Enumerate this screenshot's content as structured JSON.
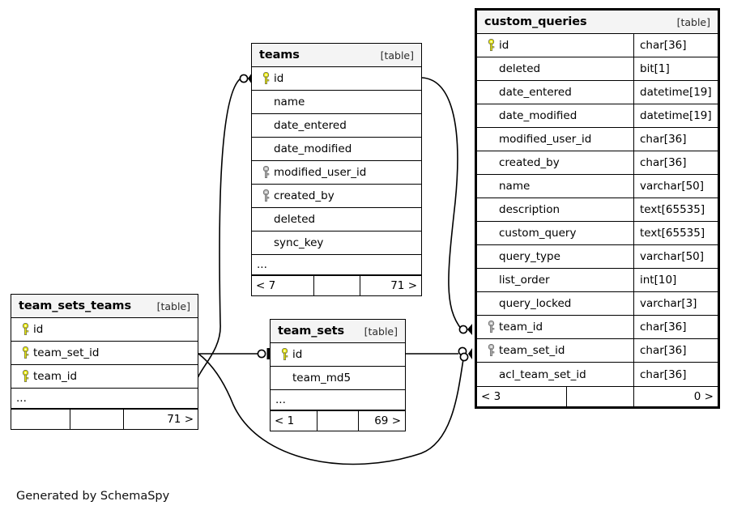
{
  "diagram": {
    "caption": "Generated by SchemaSpy",
    "table_tag": "[table]",
    "ellipsis": "...",
    "colors": {
      "primary_key": "#e8e80c",
      "foreign_key": "#b8b8b8",
      "header_bg": "#f4f4f4",
      "border": "#000000",
      "background": "#ffffff"
    }
  },
  "tables": [
    {
      "id": "custom_queries",
      "name": "custom_queries",
      "tag": "[table]",
      "emphasis": true,
      "columns": [
        {
          "name": "id",
          "type": "char[36]",
          "key": "primary"
        },
        {
          "name": "deleted",
          "type": "bit[1]",
          "key": "none"
        },
        {
          "name": "date_entered",
          "type": "datetime[19]",
          "key": "none"
        },
        {
          "name": "date_modified",
          "type": "datetime[19]",
          "key": "none"
        },
        {
          "name": "modified_user_id",
          "type": "char[36]",
          "key": "none"
        },
        {
          "name": "created_by",
          "type": "char[36]",
          "key": "none"
        },
        {
          "name": "name",
          "type": "varchar[50]",
          "key": "none"
        },
        {
          "name": "description",
          "type": "text[65535]",
          "key": "none"
        },
        {
          "name": "custom_query",
          "type": "text[65535]",
          "key": "none"
        },
        {
          "name": "query_type",
          "type": "varchar[50]",
          "key": "none"
        },
        {
          "name": "list_order",
          "type": "int[10]",
          "key": "none"
        },
        {
          "name": "query_locked",
          "type": "varchar[3]",
          "key": "none"
        },
        {
          "name": "team_id",
          "type": "char[36]",
          "key": "foreign"
        },
        {
          "name": "team_set_id",
          "type": "char[36]",
          "key": "foreign"
        },
        {
          "name": "acl_team_set_id",
          "type": "char[36]",
          "key": "none"
        }
      ],
      "has_ellipsis_row": false,
      "footer": {
        "left": "< 3",
        "middle": "",
        "right": "0 >"
      }
    },
    {
      "id": "teams",
      "name": "teams",
      "tag": "[table]",
      "emphasis": false,
      "columns": [
        {
          "name": "id",
          "type": "",
          "key": "primary"
        },
        {
          "name": "name",
          "type": "",
          "key": "none"
        },
        {
          "name": "date_entered",
          "type": "",
          "key": "none"
        },
        {
          "name": "date_modified",
          "type": "",
          "key": "none"
        },
        {
          "name": "modified_user_id",
          "type": "",
          "key": "foreign"
        },
        {
          "name": "created_by",
          "type": "",
          "key": "foreign"
        },
        {
          "name": "deleted",
          "type": "",
          "key": "none"
        },
        {
          "name": "sync_key",
          "type": "",
          "key": "none"
        }
      ],
      "has_ellipsis_row": true,
      "footer": {
        "left": "< 7",
        "middle": "",
        "right": "71 >"
      }
    },
    {
      "id": "team_sets_teams",
      "name": "team_sets_teams",
      "tag": "[table]",
      "emphasis": false,
      "columns": [
        {
          "name": "id",
          "type": "",
          "key": "primary"
        },
        {
          "name": "team_set_id",
          "type": "",
          "key": "primary"
        },
        {
          "name": "team_id",
          "type": "",
          "key": "primary"
        }
      ],
      "has_ellipsis_row": true,
      "footer": {
        "left": "",
        "middle": "",
        "right": "71 >"
      }
    },
    {
      "id": "team_sets",
      "name": "team_sets",
      "tag": "[table]",
      "emphasis": false,
      "columns": [
        {
          "name": "id",
          "type": "",
          "key": "primary"
        },
        {
          "name": "team_md5",
          "type": "",
          "key": "none"
        }
      ],
      "has_ellipsis_row": true,
      "footer": {
        "left": "< 1",
        "middle": "",
        "right": "69 >"
      }
    }
  ],
  "relationships": [
    {
      "from": "teams.id",
      "to": "team_sets_teams.team_id",
      "name": "teams-to-team-sets-teams"
    },
    {
      "from": "teams.id",
      "to": "custom_queries.team_id",
      "name": "teams-to-custom-queries"
    },
    {
      "from": "team_sets_teams.team_set_id",
      "to": "team_sets.id",
      "name": "team-sets-teams-to-team-sets"
    },
    {
      "from": "team_sets_teams.team_set_id",
      "to": "custom_queries.team_set_id",
      "name": "team-sets-teams-to-custom-queries"
    },
    {
      "from": "team_sets.id",
      "to": "custom_queries.team_set_id",
      "name": "team-sets-to-custom-queries"
    }
  ]
}
